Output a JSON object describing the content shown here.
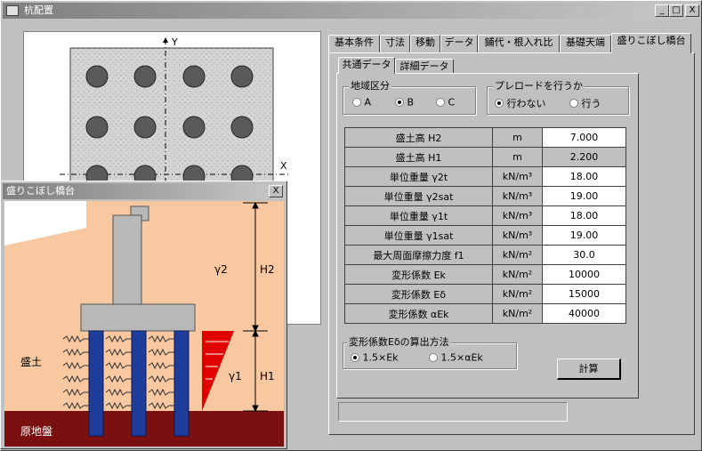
{
  "main_window": {
    "title": "杭配置",
    "minimize": "_",
    "maximize": "□",
    "close": "X"
  },
  "plan_view": {
    "axis_y": "Y",
    "axis_x": "X"
  },
  "tabs": [
    "基本条件",
    "寸法",
    "移動",
    "データ",
    "鋪代・根入れ比",
    "基礎天端",
    "盛りこぼし橋台"
  ],
  "active_tab_index": 6,
  "subtabs": [
    "共通データ",
    "詳細データ"
  ],
  "active_subtab_index": 0,
  "area_group": {
    "label": "地域区分",
    "options": [
      "A",
      "B",
      "C"
    ],
    "selected": "B"
  },
  "preload_group": {
    "label": "プレロードを行うか",
    "options": [
      "行わない",
      "行う"
    ],
    "selected": "行わない"
  },
  "params": [
    {
      "label": "盛土高  H2",
      "unit": "m",
      "value": "7.000",
      "enabled": true
    },
    {
      "label": "盛土高  H1",
      "unit": "m",
      "value": "2.200",
      "enabled": false
    },
    {
      "label": "単位重量  γ2t",
      "unit": "kN/m³",
      "value": "18.00",
      "enabled": true
    },
    {
      "label": "単位重量  γ2sat",
      "unit": "kN/m³",
      "value": "19.00",
      "enabled": true
    },
    {
      "label": "単位重量  γ1t",
      "unit": "kN/m³",
      "value": "18.00",
      "enabled": true
    },
    {
      "label": "単位重量  γ1sat",
      "unit": "kN/m³",
      "value": "19.00",
      "enabled": true
    },
    {
      "label": "最大周面摩擦力度  f1",
      "unit": "kN/m²",
      "value": "30.0",
      "enabled": true
    },
    {
      "label": "変形係数  Ek",
      "unit": "kN/m²",
      "value": "10000",
      "enabled": true
    },
    {
      "label": "変形係数  Eδ",
      "unit": "kN/m²",
      "value": "15000",
      "enabled": true
    },
    {
      "label": "変形係数  αEk",
      "unit": "kN/m²",
      "value": "40000",
      "enabled": true
    }
  ],
  "method_group": {
    "label": "変形係数Eδの算出方法",
    "options": [
      "1.5×Ek",
      "1.5×αEk"
    ],
    "selected": "1.5×Ek"
  },
  "calc_button": "計算",
  "status_field": "",
  "sub_window": {
    "title": "盛りこぼし橋台",
    "close": "X",
    "labels": {
      "gamma2": "γ2",
      "H2": "H2",
      "gamma1": "γ1",
      "H1": "H1",
      "fill": "盛土",
      "base": "原地盤"
    }
  },
  "colors": {
    "fill_soil": "#f8c8a0",
    "base_ground": "#7a1010",
    "pile": "#1e3c9c",
    "abutment": "#b8b8b8",
    "pressure": "#e00000"
  }
}
